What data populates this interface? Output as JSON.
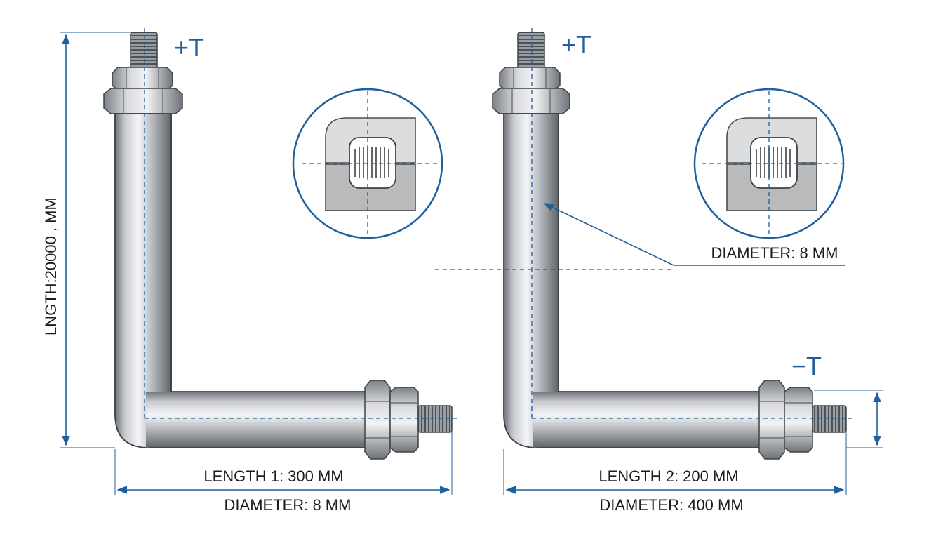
{
  "colors": {
    "accent": "#1f5f9e",
    "text": "#1d1d1f",
    "steel_light": "#eef0f2",
    "steel_mid": "#b5b9bd",
    "steel_dark": "#6e7378",
    "fitting_gray": "#9ea3a8",
    "detail_fill": "#c9cacc"
  },
  "left_assembly": {
    "terminal_label": "+T",
    "vertical_dimension_label": "LNGTH:20000 , MM",
    "length_label": "LENGTH 1: 300 MM",
    "diameter_label": "DIAMETER: 8 MM"
  },
  "right_assembly": {
    "top_terminal_label": "+T",
    "bottom_terminal_label": "−T",
    "callout_label": "DIAMETER: 8 MM",
    "length_label": "LENGTH 2: 200 MM",
    "diameter_label": "DIAMETER: 400 MM"
  }
}
